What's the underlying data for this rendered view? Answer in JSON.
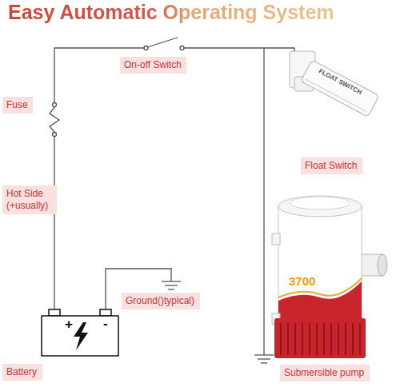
{
  "diagram": {
    "title": "Easy Automatic Operating System",
    "nodes": [
      {
        "text": [
          "On-off Switch"
        ]
      },
      {
        "text": [
          "Fuse"
        ]
      },
      {
        "text": [
          "Float Switch"
        ]
      },
      {
        "text": [
          "Hot Side (+usually)"
        ]
      },
      {
        "text": [
          "Ground()typical)"
        ]
      },
      {
        "text": [
          "Battery"
        ]
      },
      {
        "text": [
          "Submersible pump"
        ]
      }
    ],
    "labels": [
      "FLOAT SWITCH",
      "3700",
      "+",
      "-"
    ]
  }
}
